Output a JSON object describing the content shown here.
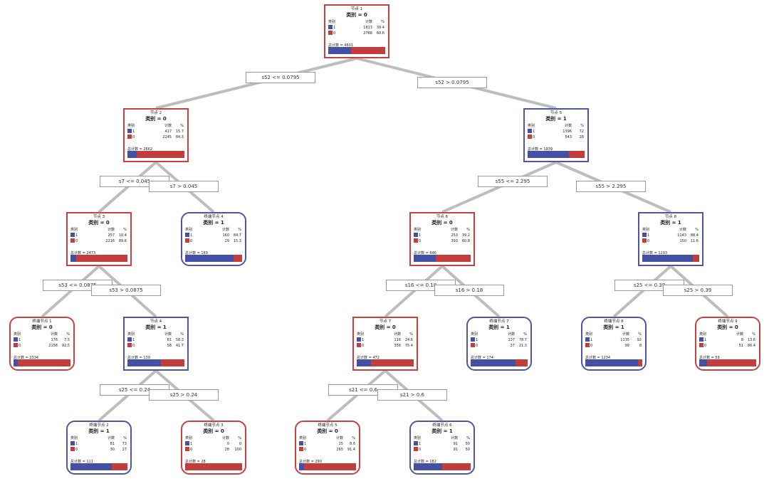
{
  "labels": {
    "category": "类别",
    "count": "计数",
    "percent": "%",
    "total_prefix": "总计数 = "
  },
  "colors": {
    "class_1": "#4450a4",
    "class_0": "#c43d3d",
    "edge": "#bdbdbd"
  },
  "nodes": [
    {
      "id": "n1",
      "title": "节点 1",
      "class_label": "类别 = 0",
      "rows": [
        {
          "cat": "1",
          "count": "1813",
          "pct": "39.4"
        },
        {
          "cat": "0",
          "count": "2788",
          "pct": "60.6"
        }
      ],
      "total": "4601",
      "frac1": 0.394,
      "leaf": false,
      "pred": "0"
    },
    {
      "id": "n2",
      "title": "节点 2",
      "class_label": "类别 = 0",
      "rows": [
        {
          "cat": "1",
          "count": "417",
          "pct": "15.7"
        },
        {
          "cat": "0",
          "count": "2245",
          "pct": "84.3"
        }
      ],
      "total": "2662",
      "frac1": 0.157,
      "leaf": false,
      "pred": "0"
    },
    {
      "id": "n5",
      "title": "节点 5",
      "class_label": "类别 = 1",
      "rows": [
        {
          "cat": "1",
          "count": "1396",
          "pct": "72"
        },
        {
          "cat": "0",
          "count": "543",
          "pct": "28"
        }
      ],
      "total": "1939",
      "frac1": 0.72,
      "leaf": false,
      "pred": "1"
    },
    {
      "id": "n3",
      "title": "节点 3",
      "class_label": "类别 = 0",
      "rows": [
        {
          "cat": "1",
          "count": "257",
          "pct": "10.4"
        },
        {
          "cat": "0",
          "count": "2216",
          "pct": "89.6"
        }
      ],
      "total": "2473",
      "frac1": 0.104,
      "leaf": false,
      "pred": "0"
    },
    {
      "id": "t4",
      "title": "终端节点 4",
      "class_label": "类别 = 1",
      "rows": [
        {
          "cat": "1",
          "count": "160",
          "pct": "84.7"
        },
        {
          "cat": "0",
          "count": "29",
          "pct": "15.3"
        }
      ],
      "total": "189",
      "frac1": 0.847,
      "leaf": true,
      "pred": "1"
    },
    {
      "id": "n6",
      "title": "节点 6",
      "class_label": "类别 = 0",
      "rows": [
        {
          "cat": "1",
          "count": "253",
          "pct": "39.2"
        },
        {
          "cat": "0",
          "count": "393",
          "pct": "60.8"
        }
      ],
      "total": "646",
      "frac1": 0.392,
      "leaf": false,
      "pred": "0"
    },
    {
      "id": "n8",
      "title": "节点 8",
      "class_label": "类别 = 1",
      "rows": [
        {
          "cat": "1",
          "count": "1143",
          "pct": "88.4"
        },
        {
          "cat": "0",
          "count": "150",
          "pct": "11.6"
        }
      ],
      "total": "1293",
      "frac1": 0.884,
      "leaf": false,
      "pred": "1"
    },
    {
      "id": "t1",
      "title": "终端节点 1",
      "class_label": "类别 = 0",
      "rows": [
        {
          "cat": "1",
          "count": "176",
          "pct": "7.5"
        },
        {
          "cat": "0",
          "count": "2158",
          "pct": "92.5"
        }
      ],
      "total": "2334",
      "frac1": 0.075,
      "leaf": true,
      "pred": "0"
    },
    {
      "id": "n4",
      "title": "节点 4",
      "class_label": "类别 = 1",
      "rows": [
        {
          "cat": "1",
          "count": "81",
          "pct": "58.3"
        },
        {
          "cat": "0",
          "count": "58",
          "pct": "41.7"
        }
      ],
      "total": "139",
      "frac1": 0.583,
      "leaf": false,
      "pred": "1"
    },
    {
      "id": "n7",
      "title": "节点 7",
      "class_label": "类别 = 0",
      "rows": [
        {
          "cat": "1",
          "count": "116",
          "pct": "24.6"
        },
        {
          "cat": "0",
          "count": "356",
          "pct": "75.4"
        }
      ],
      "total": "472",
      "frac1": 0.246,
      "leaf": false,
      "pred": "0"
    },
    {
      "id": "t7",
      "title": "终端节点 7",
      "class_label": "类别 = 1",
      "rows": [
        {
          "cat": "1",
          "count": "137",
          "pct": "78.7"
        },
        {
          "cat": "0",
          "count": "37",
          "pct": "21.3"
        }
      ],
      "total": "174",
      "frac1": 0.787,
      "leaf": true,
      "pred": "1"
    },
    {
      "id": "t8",
      "title": "终端节点 8",
      "class_label": "类别 = 1",
      "rows": [
        {
          "cat": "1",
          "count": "1135",
          "pct": "92"
        },
        {
          "cat": "0",
          "count": "99",
          "pct": "8"
        }
      ],
      "total": "1234",
      "frac1": 0.92,
      "leaf": true,
      "pred": "1"
    },
    {
      "id": "t9",
      "title": "终端节点 9",
      "class_label": "类别 = 0",
      "rows": [
        {
          "cat": "1",
          "count": "8",
          "pct": "13.6"
        },
        {
          "cat": "0",
          "count": "51",
          "pct": "86.4"
        }
      ],
      "total": "59",
      "frac1": 0.136,
      "leaf": true,
      "pred": "0"
    },
    {
      "id": "t2",
      "title": "终端节点 2",
      "class_label": "类别 = 1",
      "rows": [
        {
          "cat": "1",
          "count": "81",
          "pct": "73"
        },
        {
          "cat": "0",
          "count": "30",
          "pct": "27"
        }
      ],
      "total": "111",
      "frac1": 0.73,
      "leaf": true,
      "pred": "1"
    },
    {
      "id": "t3",
      "title": "终端节点 3",
      "class_label": "类别 = 0",
      "rows": [
        {
          "cat": "1",
          "count": "0",
          "pct": "0"
        },
        {
          "cat": "0",
          "count": "28",
          "pct": "100"
        }
      ],
      "total": "28",
      "frac1": 0.0,
      "leaf": true,
      "pred": "0"
    },
    {
      "id": "t5",
      "title": "终端节点 5",
      "class_label": "类别 = 0",
      "rows": [
        {
          "cat": "1",
          "count": "25",
          "pct": "8.6"
        },
        {
          "cat": "0",
          "count": "265",
          "pct": "91.4"
        }
      ],
      "total": "290",
      "frac1": 0.086,
      "leaf": true,
      "pred": "0"
    },
    {
      "id": "t6",
      "title": "终端节点 6",
      "class_label": "类别 = 1",
      "rows": [
        {
          "cat": "1",
          "count": "91",
          "pct": "50"
        },
        {
          "cat": "0",
          "count": "91",
          "pct": "50"
        }
      ],
      "total": "182",
      "frac1": 0.5,
      "leaf": true,
      "pred": "1"
    }
  ],
  "edges": [
    {
      "from": "n1",
      "to": "n2",
      "label": "s52 <= 0.0795"
    },
    {
      "from": "n1",
      "to": "n5",
      "label": "s52 > 0.0795"
    },
    {
      "from": "n2",
      "to": "n3",
      "label": "s7 <= 0.045"
    },
    {
      "from": "n2",
      "to": "t4",
      "label": "s7 > 0.045"
    },
    {
      "from": "n5",
      "to": "n6",
      "label": "s55 <= 2.295"
    },
    {
      "from": "n5",
      "to": "n8",
      "label": "s55 > 2.295"
    },
    {
      "from": "n3",
      "to": "t1",
      "label": "s53 <= 0.0875"
    },
    {
      "from": "n3",
      "to": "n4",
      "label": "s53 > 0.0875"
    },
    {
      "from": "n6",
      "to": "n7",
      "label": "s16 <= 0.18"
    },
    {
      "from": "n6",
      "to": "t7",
      "label": "s16 > 0.18"
    },
    {
      "from": "n8",
      "to": "t8",
      "label": "s25 <= 0.39"
    },
    {
      "from": "n8",
      "to": "t9",
      "label": "s25 > 0.39"
    },
    {
      "from": "n4",
      "to": "t2",
      "label": "s25 <= 0.24"
    },
    {
      "from": "n4",
      "to": "t3",
      "label": "s25 > 0.24"
    },
    {
      "from": "n7",
      "to": "t5",
      "label": "s21 <= 0.6"
    },
    {
      "from": "n7",
      "to": "t6",
      "label": "s21 > 0.6"
    }
  ]
}
